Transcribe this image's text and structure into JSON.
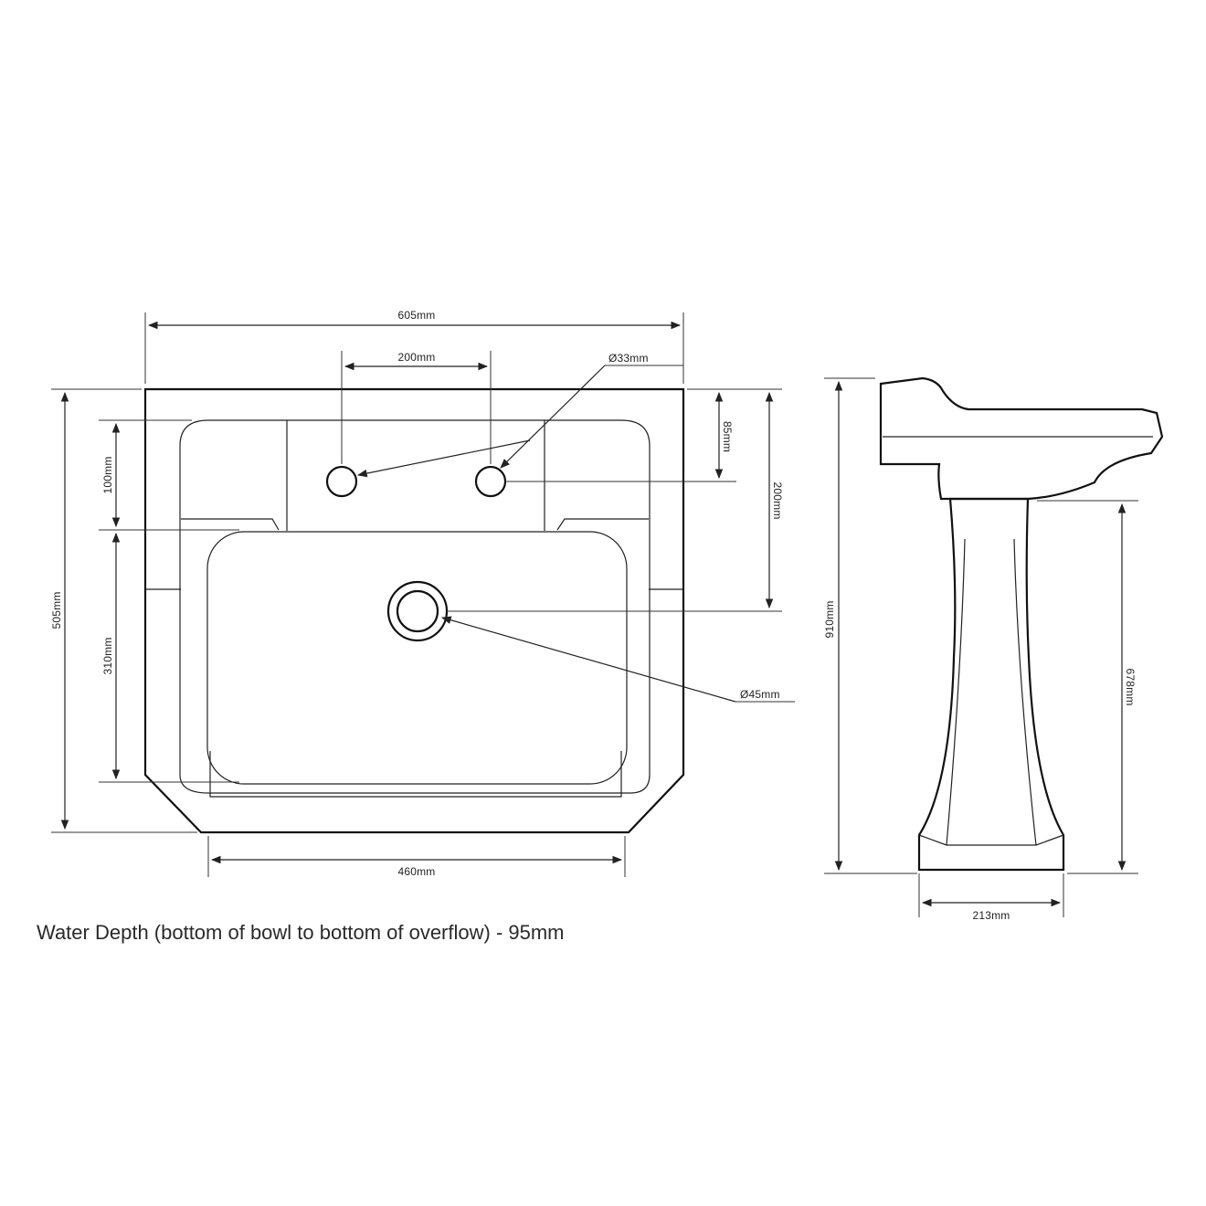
{
  "drawing": {
    "front": {
      "overall_width": "605mm",
      "tap_spacing": "200mm",
      "tap_hole_diameter": "Ø33mm",
      "tap_hole_depth": "85mm",
      "waste_offset": "200mm",
      "overall_depth": "505mm",
      "upper_depth": "100mm",
      "bowl_depth": "310mm",
      "waste_diameter": "Ø45mm",
      "front_width": "460mm"
    },
    "side": {
      "overall_height": "910mm",
      "pedestal_height": "678mm",
      "base_width": "213mm"
    }
  },
  "note": "Water Depth (bottom of bowl to bottom of overflow) - 95mm"
}
